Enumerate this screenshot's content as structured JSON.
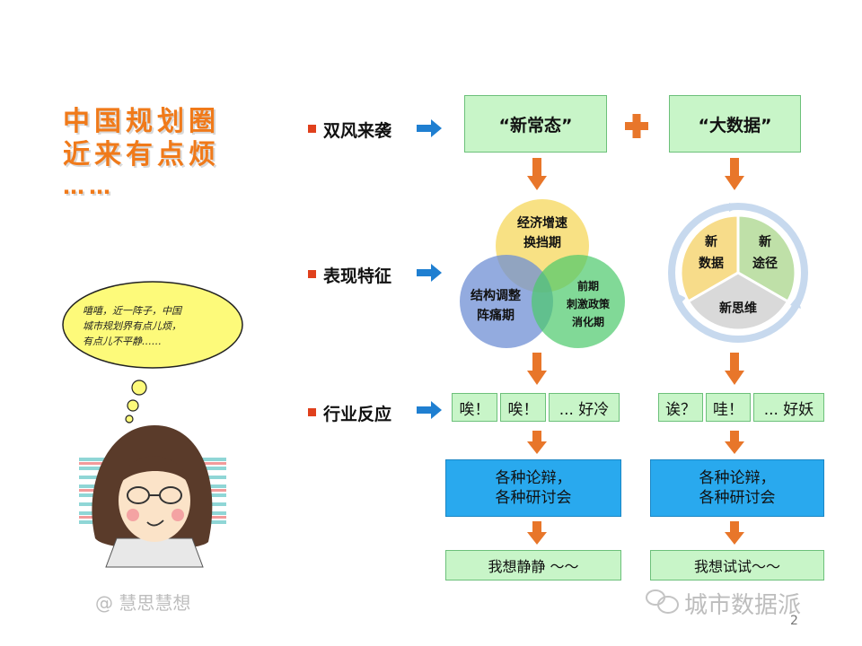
{
  "title": {
    "line1": "中国规划圈",
    "line2": "近来有点烦",
    "line3": "……"
  },
  "rows": [
    {
      "label": "双风来袭"
    },
    {
      "label": "表现特征"
    },
    {
      "label": "行业反应"
    }
  ],
  "new_normal": {
    "header": "“新常态”",
    "circles": [
      {
        "lines": [
          "经济增速",
          "换挡期"
        ]
      },
      {
        "lines": [
          "结构调整",
          "阵痛期"
        ]
      },
      {
        "lines": [
          "前期",
          "刺激政策",
          "消化期"
        ]
      }
    ],
    "reactions": [
      "唉！",
      "唉！",
      "... 好冷"
    ],
    "debate": [
      "各种论辩，",
      "各种研讨会"
    ],
    "final": "我想静静 ～～"
  },
  "big_data": {
    "header": "“大数据”",
    "segments": [
      {
        "lines": [
          "新",
          "数据"
        ]
      },
      {
        "lines": [
          "新",
          "途径"
        ]
      },
      {
        "lines": [
          "新思维"
        ]
      }
    ],
    "reactions": [
      "诶？",
      "哇！",
      "... 好妖"
    ],
    "debate": [
      "各种论辩，",
      "各种研讨会"
    ],
    "final": "我想试试～～"
  },
  "speech": {
    "line1": "嘻嘻，近一阵子，中国",
    "line2": "城市规划界有点儿烦，",
    "line3": "有点儿不平静……"
  },
  "watermark_left": "@ 慧思慧想",
  "watermark_right": "城市数据派",
  "page_number": "2",
  "colors": {
    "title": "#f07a1a",
    "bullet": "#e0401c",
    "arrow_blue": "#1f7fd1",
    "arrow_orange": "#e8762a",
    "green_box": "#c8f5c8",
    "blue_box": "#29a9ee",
    "cloud": "#fdfa7a"
  }
}
